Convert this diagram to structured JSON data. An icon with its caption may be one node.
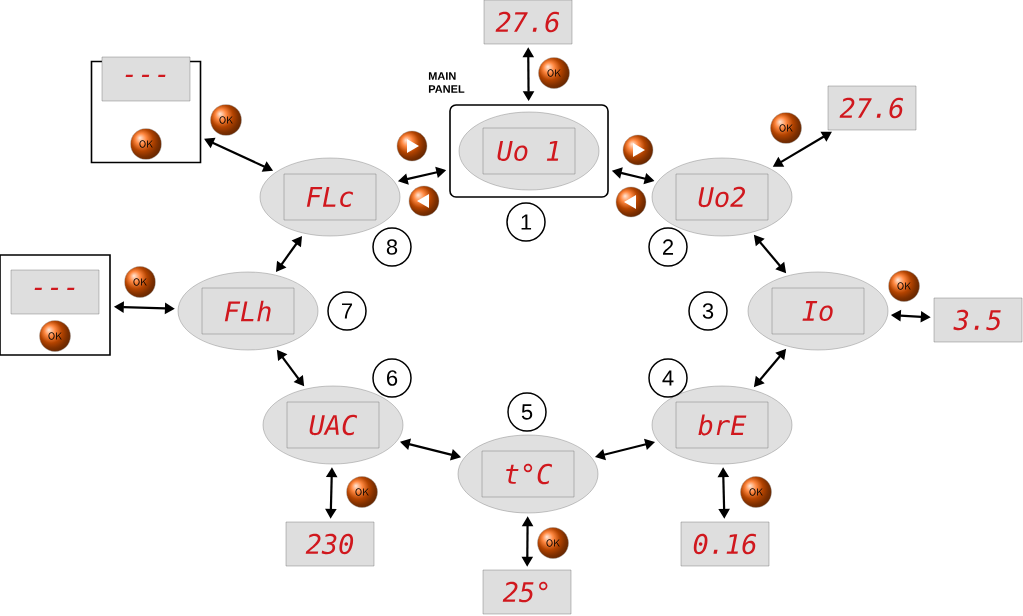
{
  "diagram": {
    "nodes": [
      {
        "text": [
          "MAIN PANEL"
        ]
      },
      {
        "text": [
          "Uo 1"
        ],
        "in": 0,
        "beside": [
          "1"
        ]
      },
      {
        "text": [
          "27.6"
        ]
      },
      {
        "text": [
          "OK"
        ]
      },
      {
        "text": [
          "Uo2"
        ],
        "beside": [
          "2"
        ]
      },
      {
        "text": [
          "OK"
        ]
      },
      {
        "text": [
          "27.6"
        ]
      },
      {
        "text": [
          "Io"
        ],
        "beside": [
          "3"
        ]
      },
      {
        "text": [
          "OK"
        ]
      },
      {
        "text": [
          "3.5"
        ]
      },
      {
        "text": [
          "brE"
        ],
        "beside": [
          "4"
        ]
      },
      {
        "text": [
          "OK"
        ]
      },
      {
        "text": [
          "0.16"
        ]
      },
      {
        "text": [
          "t°C"
        ],
        "beside": [
          "5"
        ]
      },
      {
        "text": [
          "OK"
        ]
      },
      {
        "text": [
          "25°"
        ]
      },
      {
        "text": [
          "UAC"
        ],
        "beside": [
          "6"
        ]
      },
      {
        "text": [
          "OK"
        ]
      },
      {
        "text": [
          "230"
        ]
      },
      {
        "text": [
          "FLh"
        ],
        "beside": [
          "7"
        ]
      },
      {
        "text": [
          "OK"
        ]
      },
      {
        "text": [],
        "shape": "box"
      },
      {
        "text": [
          "---"
        ],
        "in": 21
      },
      {
        "text": [
          "OK"
        ],
        "in": 21
      },
      {
        "text": [
          "FLc"
        ],
        "beside": [
          "8"
        ]
      },
      {
        "text": [
          "OK"
        ]
      },
      {
        "text": [],
        "shape": "box"
      },
      {
        "text": [
          "---"
        ],
        "in": 26
      },
      {
        "text": [
          "OK"
        ],
        "in": 26
      }
    ],
    "edges": [
      {
        "from": 2,
        "to": 0,
        "arrow": "both"
      },
      {
        "from": 0,
        "to": 4,
        "arrow": "both"
      },
      {
        "from": 4,
        "to": 6,
        "arrow": "both"
      },
      {
        "from": 4,
        "to": 7,
        "arrow": "both"
      },
      {
        "from": 7,
        "to": 9,
        "arrow": "both"
      },
      {
        "from": 7,
        "to": 10,
        "arrow": "both"
      },
      {
        "from": 10,
        "to": 12,
        "arrow": "both"
      },
      {
        "from": 10,
        "to": 13,
        "arrow": "both"
      },
      {
        "from": 13,
        "to": 15,
        "arrow": "both"
      },
      {
        "from": 13,
        "to": 16,
        "arrow": "both"
      },
      {
        "from": 16,
        "to": 18,
        "arrow": "both"
      },
      {
        "from": 16,
        "to": 19,
        "arrow": "both"
      },
      {
        "from": 19,
        "to": 21,
        "arrow": "both"
      },
      {
        "from": 19,
        "to": 24,
        "arrow": "both"
      },
      {
        "from": 24,
        "to": 26,
        "arrow": "both"
      },
      {
        "from": 24,
        "to": 0,
        "arrow": "both"
      }
    ]
  }
}
